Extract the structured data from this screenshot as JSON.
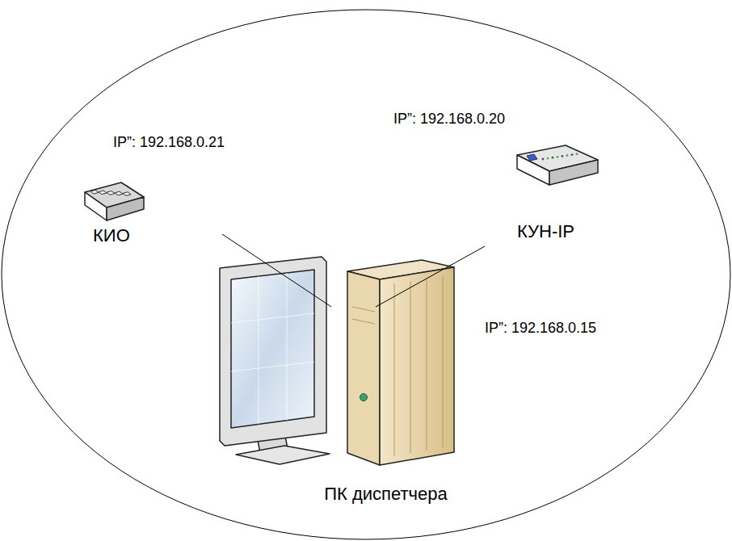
{
  "diagram": {
    "nodes": [
      {
        "text": [
          "КИО"
        ]
      },
      {
        "text": [
          "КУН-IP"
        ]
      },
      {
        "text": [
          "ПК диспетчера"
        ]
      }
    ],
    "edges": [
      {
        "from": 0,
        "to": 2,
        "arrow": "none"
      },
      {
        "from": 1,
        "to": 2,
        "arrow": "none"
      }
    ],
    "labels": [
      "IP”: 192.168.0.21",
      "IP”: 192.168.0.20",
      "IP”: 192.168.0.15"
    ]
  }
}
